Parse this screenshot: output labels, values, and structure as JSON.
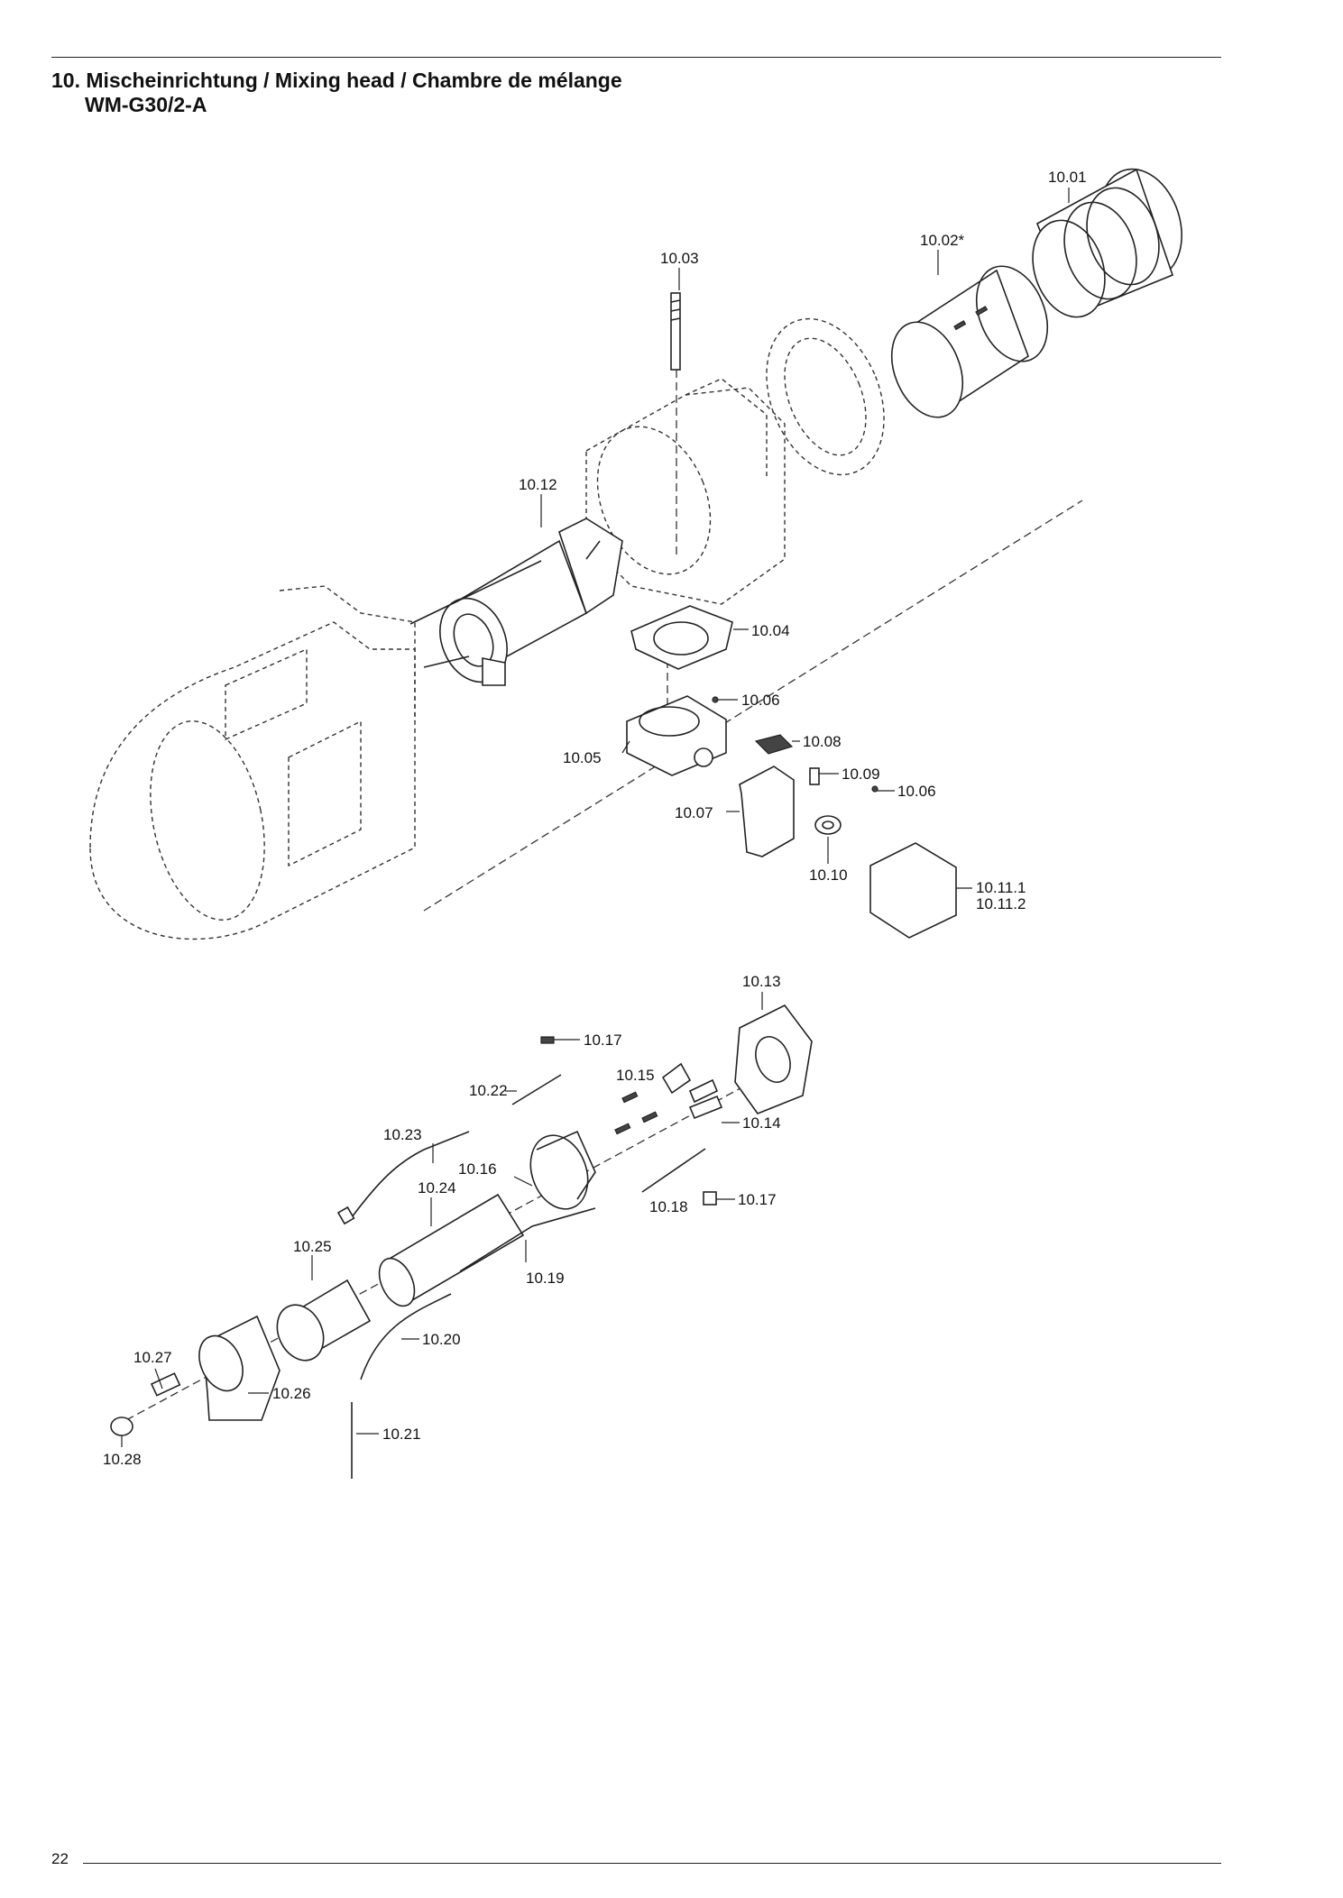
{
  "header": {
    "title_line_1": "10. Mischeinrichtung / Mixing head / Chambre de mélange",
    "title_line_2": "WM-G30/2-A"
  },
  "footer": {
    "page_number": "22"
  },
  "parts": {
    "p10_01": "10.01",
    "p10_02": "10.02*",
    "p10_03": "10.03",
    "p10_04": "10.04",
    "p10_05": "10.05",
    "p10_06a": "10.06",
    "p10_06b": "10.06",
    "p10_07": "10.07",
    "p10_08": "10.08",
    "p10_09": "10.09",
    "p10_10": "10.10",
    "p10_11_1": "10.11.1",
    "p10_11_2": "10.11.2",
    "p10_12": "10.12",
    "p10_13": "10.13",
    "p10_14": "10.14",
    "p10_15": "10.15",
    "p10_16": "10.16",
    "p10_17a": "10.17",
    "p10_17b": "10.17",
    "p10_18": "10.18",
    "p10_19": "10.19",
    "p10_20": "10.20",
    "p10_21": "10.21",
    "p10_22": "10.22",
    "p10_23": "10.23",
    "p10_24": "10.24",
    "p10_25": "10.25",
    "p10_26": "10.26",
    "p10_27": "10.27",
    "p10_28": "10.28"
  }
}
